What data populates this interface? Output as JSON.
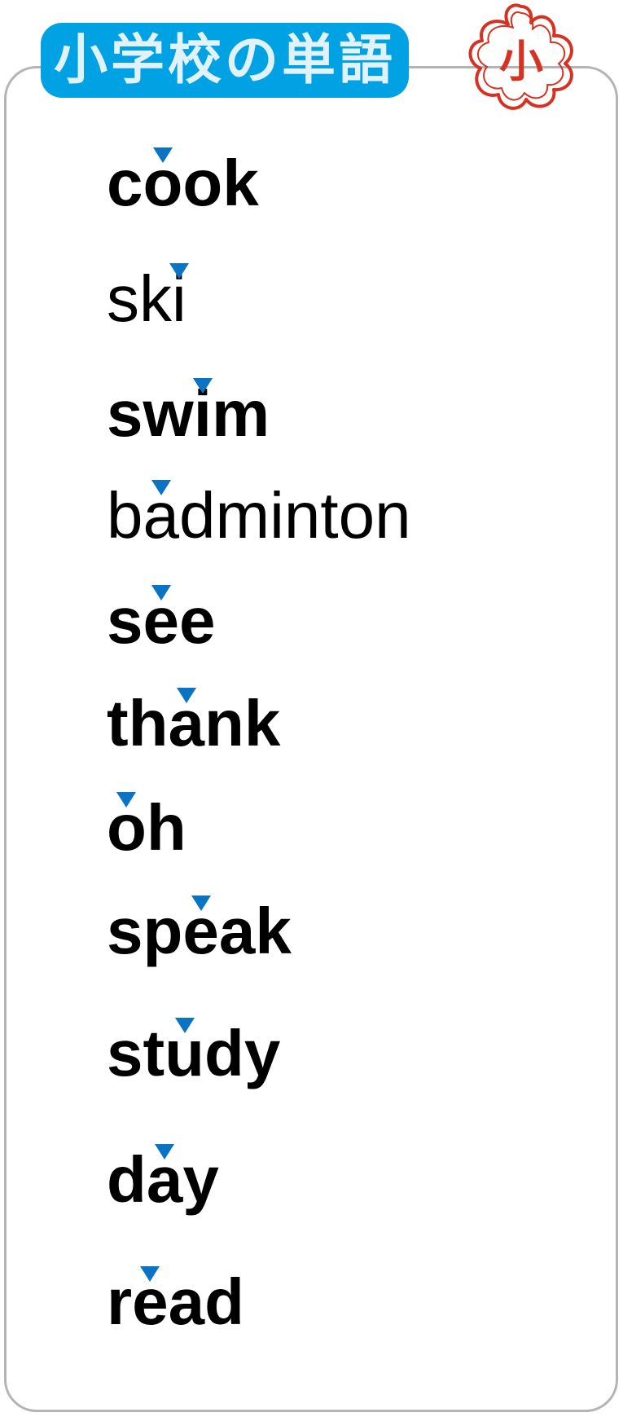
{
  "header": {
    "title": "小学校の単語",
    "stamp_text": "小",
    "colors": {
      "banner": "#00a2e4",
      "banner_text": "#e2f2fb",
      "stamp": "#d63222",
      "accent_mark": "#0a74c4"
    }
  },
  "words": [
    {
      "text": "cook",
      "accent_index": 1,
      "weight": "bold"
    },
    {
      "text": "ski",
      "accent_index": 2,
      "weight": "regular"
    },
    {
      "text": "swim",
      "accent_index": 2,
      "weight": "bold"
    },
    {
      "text": "badminton",
      "accent_index": 1,
      "weight": "regular"
    },
    {
      "text": "see",
      "accent_index": 1,
      "weight": "bold"
    },
    {
      "text": "thank",
      "accent_index": 2,
      "weight": "bold"
    },
    {
      "text": "oh",
      "accent_index": 0,
      "weight": "bold"
    },
    {
      "text": "speak",
      "accent_index": 2,
      "weight": "bold"
    },
    {
      "text": "study",
      "accent_index": 2,
      "weight": "bold"
    },
    {
      "text": "day",
      "accent_index": 1,
      "weight": "bold"
    },
    {
      "text": "read",
      "accent_index": 1,
      "weight": "bold"
    }
  ]
}
